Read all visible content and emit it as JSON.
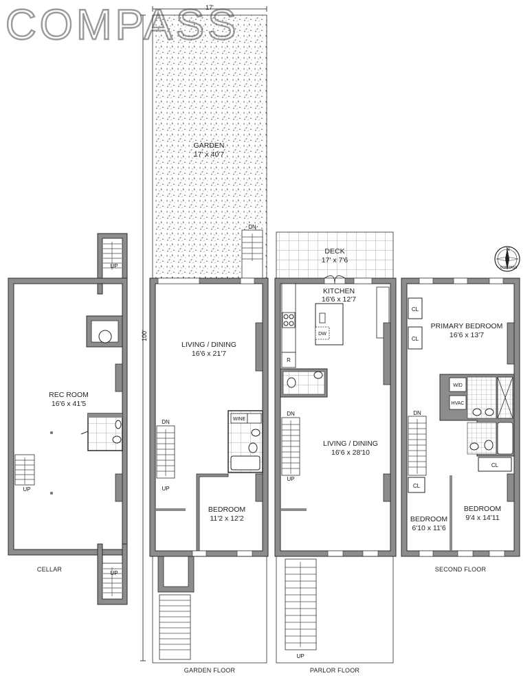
{
  "brand": "COMPASS",
  "dimensions": {
    "total_width": "17'",
    "total_depth": "100'"
  },
  "floors": {
    "cellar": {
      "name": "CELLAR",
      "rooms": [
        {
          "name": "REC ROOM",
          "size": "16'6 x 41'5"
        }
      ],
      "labels": {
        "up_top": "UP",
        "up_stair": "UP",
        "up_bottom": "UP"
      }
    },
    "garden": {
      "name": "GARDEN FLOOR",
      "rooms": [
        {
          "name": "GARDEN",
          "size": "17' x 40'7"
        },
        {
          "name": "LIVING / DINING",
          "size": "16'6 x 21'7"
        },
        {
          "name": "BEDROOM",
          "size": "11'2 x 12'2"
        }
      ],
      "labels": {
        "dn_garden": "DN",
        "dn_stair": "DN",
        "up_stair": "UP",
        "wine": "WINE"
      }
    },
    "parlor": {
      "name": "PARLOR FLOOR",
      "rooms": [
        {
          "name": "DECK",
          "size": "17' x 7'6"
        },
        {
          "name": "KITCHEN",
          "size": "16'6 x 12'7"
        },
        {
          "name": "LIVING / DINING",
          "size": "16'6 x 28'10"
        }
      ],
      "labels": {
        "dw": "DW",
        "r": "R",
        "dn_stair": "DN",
        "up_stair": "UP",
        "up_front": "UP"
      }
    },
    "second": {
      "name": "SECOND FLOOR",
      "rooms": [
        {
          "name": "PRIMARY BEDROOM",
          "size": "16'6 x 13'7"
        },
        {
          "name": "BEDROOM",
          "size": "6'10 x 11'6"
        },
        {
          "name": "BEDROOM",
          "size": "9'4 x 14'11"
        }
      ],
      "labels": {
        "cl1": "CL",
        "cl2": "CL",
        "cl3": "CL",
        "cl4": "CL",
        "wd": "W/D",
        "hvac": "HVAC",
        "dn_stair": "DN"
      }
    }
  },
  "compass": {
    "n": "N",
    "label": "COMPASS"
  },
  "colors": {
    "wall": "#8c8c8c",
    "wall_stroke": "#2a2a2a",
    "tile": "#9aa0a6",
    "logo": "#9a9a9a"
  }
}
